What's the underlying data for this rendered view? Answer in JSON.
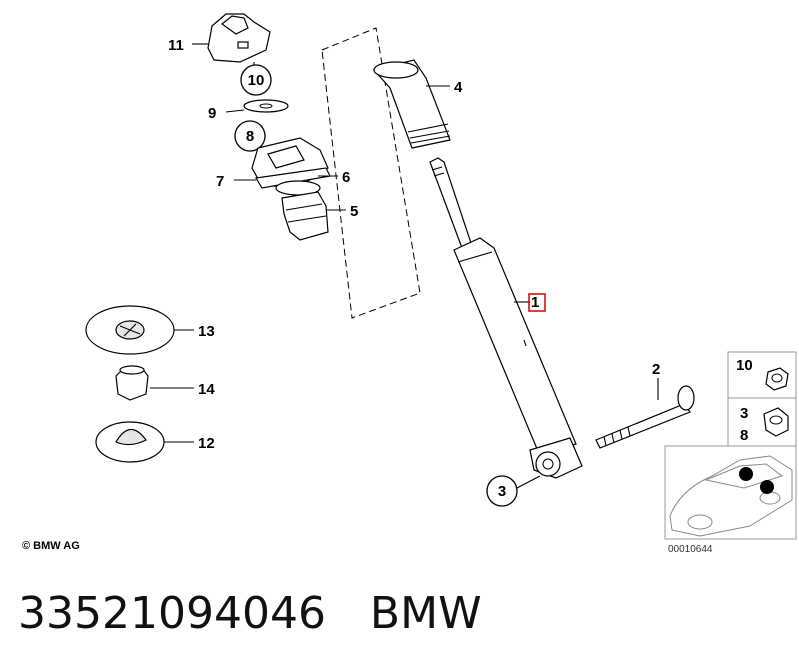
{
  "callouts": {
    "c1": "1",
    "c2": "2",
    "c3": "3",
    "c4": "4",
    "c5": "5",
    "c6": "6",
    "c7": "7",
    "c8": "8",
    "c9": "9",
    "c10": "10",
    "c11": "11",
    "c12": "12",
    "c13": "13",
    "c14": "14"
  },
  "legend": {
    "top_label": "10",
    "bottom_label_a": "3",
    "bottom_label_b": "8"
  },
  "highlight_color": "#d40000",
  "copyright": "© BMW AG",
  "image_code": "00010644",
  "caption": "33521094046 BMW"
}
